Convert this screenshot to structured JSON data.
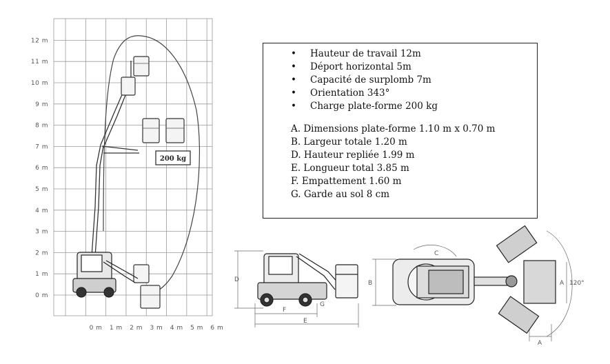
{
  "reach_chart": {
    "y_ticks": [
      "0 m",
      "1 m",
      "2 m",
      "3 m",
      "4 m",
      "5 m",
      "6 m",
      "7 m",
      "8 m",
      "9 m",
      "10 m",
      "11 m",
      "12 m"
    ],
    "x_ticks": [
      "0 m",
      "1 m",
      "2 m",
      "3 m",
      "4 m",
      "5 m",
      "6 m"
    ],
    "load_label": "200 kg"
  },
  "specs": {
    "bullets": [
      "Hauteur de travail 12m",
      "Déport horizontal 5m",
      "Capacité de surplomb 7m",
      "Orientation 343°",
      "Charge plate-forme 200 kg"
    ],
    "dimensions": [
      "A. Dimensions plate-forme 1.10 m x 0.70 m",
      "B. Largeur totale 1.20 m",
      "D. Hauteur repliée 1.99 m",
      "E. Longueur total 3.85 m",
      "F. Empattement 1.60 m",
      "G. Garde au sol 8 cm"
    ]
  },
  "side_view": {
    "labels": {
      "d": "D",
      "f": "F",
      "e": "E",
      "g": "G"
    }
  },
  "top_view": {
    "labels": {
      "c": "C",
      "b": "B",
      "a_right": "A",
      "a_bottom": "A",
      "angle": "120°"
    }
  }
}
